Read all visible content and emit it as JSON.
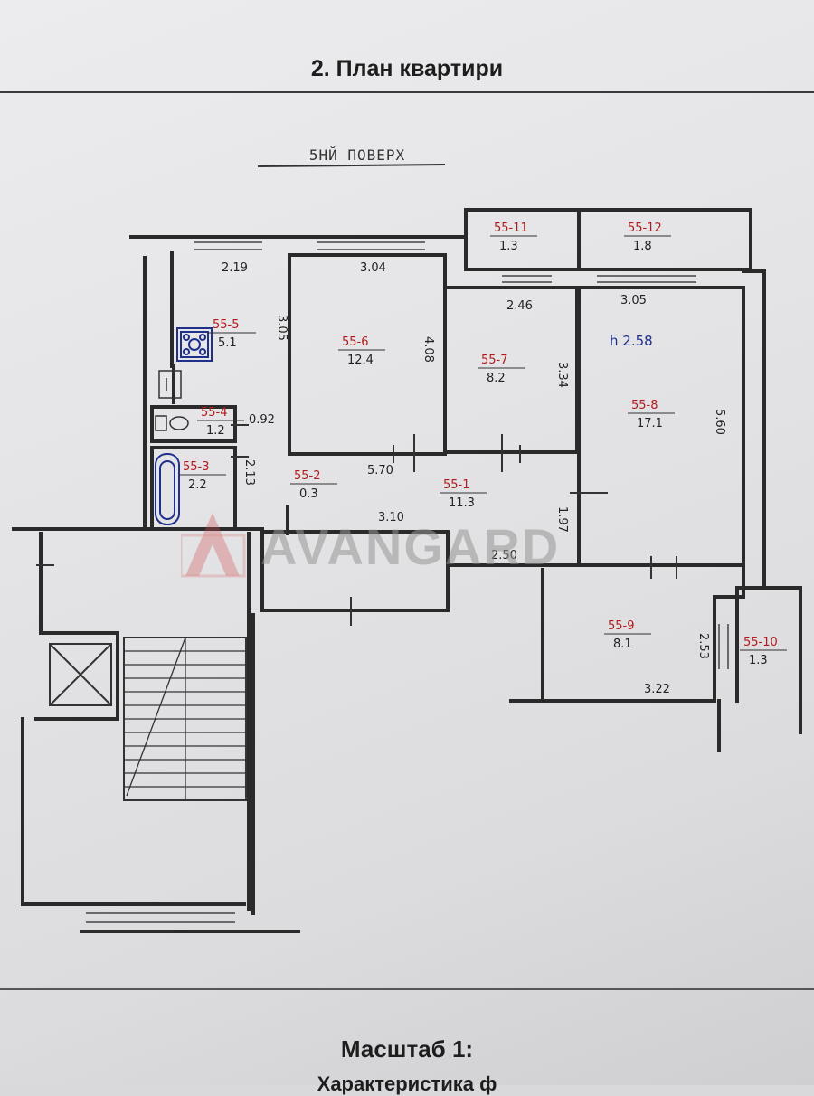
{
  "header": {
    "title": "2. План квартири"
  },
  "floor_label": "5НЙ ПОВЕРХ",
  "height_note": "h 2.58",
  "watermark": "AVANGARD",
  "rooms": [
    {
      "code": "55-1",
      "area": "11.3"
    },
    {
      "code": "55-2",
      "area": "0.3"
    },
    {
      "code": "55-3",
      "area": "2.2"
    },
    {
      "code": "55-4",
      "area": "1.2"
    },
    {
      "code": "55-5",
      "area": "5.1"
    },
    {
      "code": "55-6",
      "area": "12.4"
    },
    {
      "code": "55-7",
      "area": "8.2"
    },
    {
      "code": "55-8",
      "area": "17.1"
    },
    {
      "code": "55-9",
      "area": "8.1"
    },
    {
      "code": "55-10",
      "area": "1.3"
    },
    {
      "code": "55-11",
      "area": "1.3"
    },
    {
      "code": "55-12",
      "area": "1.8"
    }
  ],
  "dimensions": [
    "2.19",
    "3.04",
    "2.46",
    "3.05",
    "3.05",
    "4.08",
    "3.34",
    "5.60",
    "0.92",
    "2.13",
    "5.70",
    "1.97",
    "3.10",
    "2.50",
    "2.53",
    "3.22"
  ],
  "colors": {
    "code_red": "#b31b1b",
    "ink": "#222222",
    "height_blue": "#1f2f8a"
  },
  "footer": {
    "scale": "Масштаб 1:",
    "cut_text": "Характеристика ф"
  }
}
